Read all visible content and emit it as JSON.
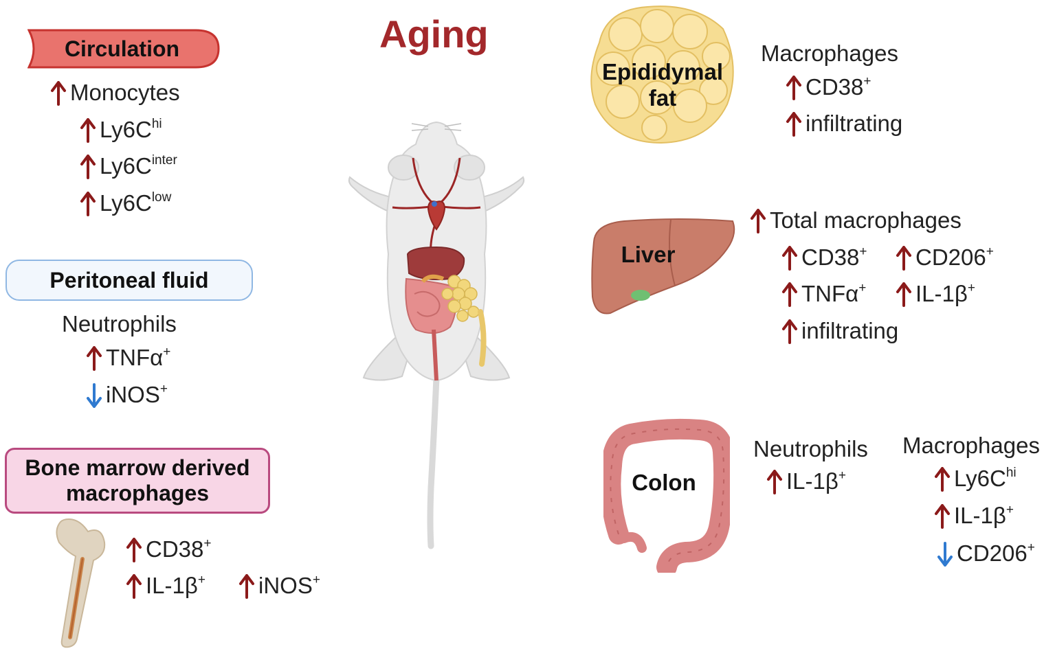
{
  "title": "Aging",
  "colors": {
    "up_arrow": "#8b1a1a",
    "down_arrow": "#2f7ad0",
    "title": "#a3282b"
  },
  "circulation": {
    "label": "Circulation",
    "items": [
      {
        "arrow": "up",
        "text": "Monocytes",
        "sup": ""
      },
      {
        "arrow": "up",
        "text": "Ly6C",
        "sup": "hi"
      },
      {
        "arrow": "up",
        "text": "Ly6C",
        "sup": "inter"
      },
      {
        "arrow": "up",
        "text": "Ly6C",
        "sup": "low"
      }
    ]
  },
  "peritoneal": {
    "label": "Peritoneal fluid",
    "cell": "Neutrophils",
    "items": [
      {
        "arrow": "up",
        "text": "TNFα",
        "sup": "+"
      },
      {
        "arrow": "down",
        "text": "iNOS",
        "sup": "+"
      }
    ]
  },
  "bmdm": {
    "label_line1": "Bone marrow derived",
    "label_line2": "macrophages",
    "items": [
      {
        "arrow": "up",
        "text": "CD38",
        "sup": "+"
      },
      {
        "arrow": "up",
        "text": "IL-1β",
        "sup": "+"
      },
      {
        "arrow": "up",
        "text": "iNOS",
        "sup": "+"
      }
    ]
  },
  "fat": {
    "label_line1": "Epididymal",
    "label_line2": "fat",
    "cell": "Macrophages",
    "items": [
      {
        "arrow": "up",
        "text": "CD38",
        "sup": "+"
      },
      {
        "arrow": "up",
        "text": "infiltrating",
        "sup": ""
      }
    ]
  },
  "liver": {
    "label": "Liver",
    "items": [
      {
        "arrow": "up",
        "text": "Total macrophages",
        "sup": ""
      },
      {
        "arrow": "up",
        "text": "CD38",
        "sup": "+"
      },
      {
        "arrow": "up",
        "text": "CD206",
        "sup": "+"
      },
      {
        "arrow": "up",
        "text": "TNFα",
        "sup": "+"
      },
      {
        "arrow": "up",
        "text": "IL-1β",
        "sup": "+"
      },
      {
        "arrow": "up",
        "text": "infiltrating",
        "sup": ""
      }
    ]
  },
  "colon": {
    "label": "Colon",
    "neutrophils": {
      "cell": "Neutrophils",
      "items": [
        {
          "arrow": "up",
          "text": "IL-1β",
          "sup": "+"
        }
      ]
    },
    "macrophages": {
      "cell": "Macrophages",
      "items": [
        {
          "arrow": "up",
          "text": "Ly6C",
          "sup": "hi"
        },
        {
          "arrow": "up",
          "text": "IL-1β",
          "sup": "+"
        },
        {
          "arrow": "down",
          "text": "CD206",
          "sup": "+"
        }
      ]
    }
  }
}
